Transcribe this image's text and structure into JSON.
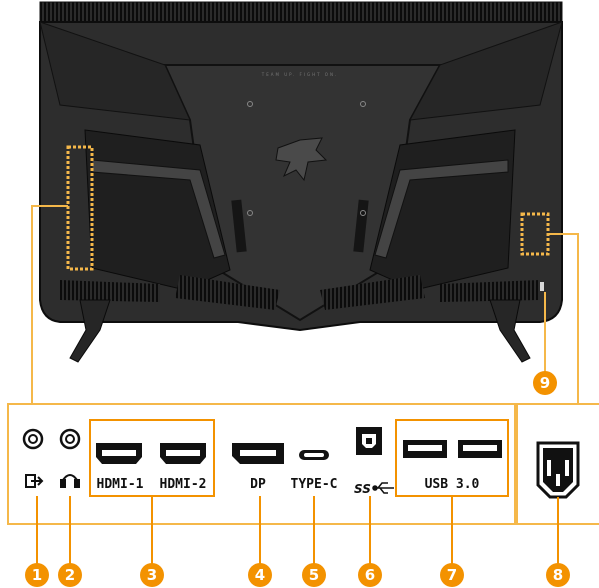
{
  "monitor": {
    "tagline": "TEAM UP. FIGHT ON."
  },
  "ports": {
    "hdmi1_label": "HDMI-1",
    "hdmi2_label": "HDMI-2",
    "dp_label": "DP",
    "typec_label": "TYPE-C",
    "ss_label": "SS",
    "usb_label": "USB 3.0"
  },
  "callouts": [
    "1",
    "2",
    "3",
    "4",
    "5",
    "6",
    "7",
    "8",
    "9"
  ],
  "colors": {
    "accent": "#f39200",
    "highlight": "#f5b84a",
    "monitor_body": "#2b2b2b",
    "monitor_edge": "#0d0d0d"
  }
}
